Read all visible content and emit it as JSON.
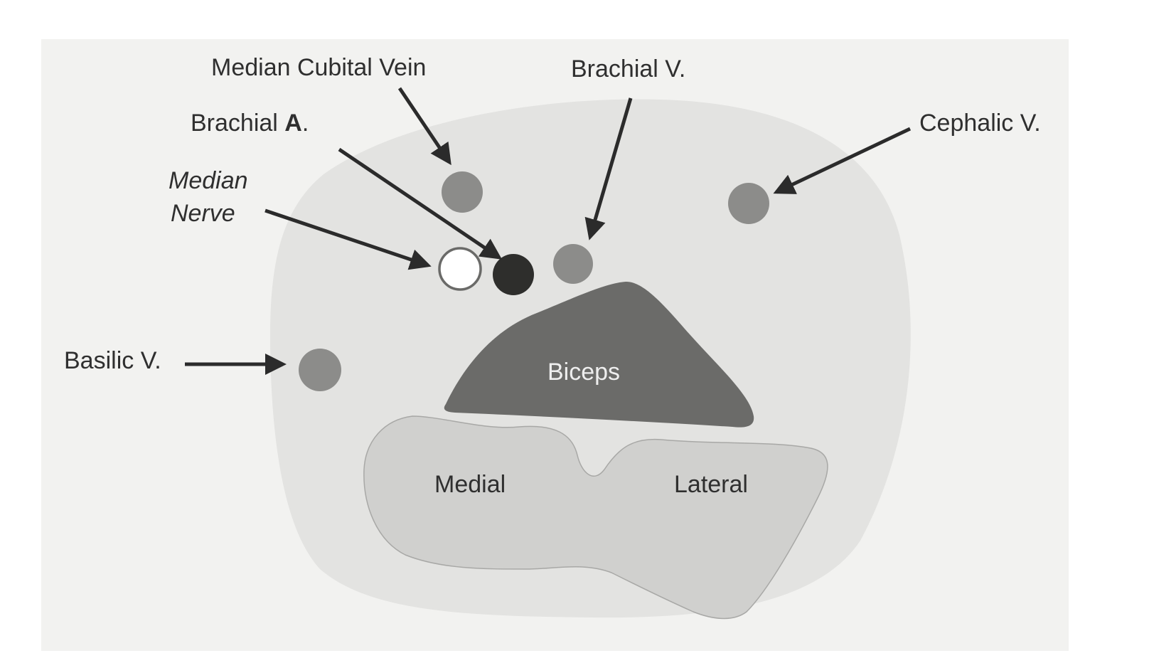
{
  "colors": {
    "page_background": "#ffffff",
    "photo_background": "#f2f2f0",
    "arm_cross_section": "#e3e3e1",
    "vein": "#8c8c8a",
    "artery": "#2e2e2c",
    "nerve_fill": "#ffffff",
    "nerve_outline": "#6a6a68",
    "biceps": "#6b6b69",
    "brachialis": "#d0d0ce",
    "arrow": "#2b2b2b",
    "text": "#2f2f2f",
    "biceps_text": "#eeeeee"
  },
  "labels": {
    "median_cubital_vein": "Median Cubital Vein",
    "brachial_v": "Brachial V.",
    "cephalic_v": "Cephalic V.",
    "brachial_a_prefix": "Brachial ",
    "brachial_a_bold": "A",
    "brachial_a_suffix": ".",
    "median_nerve_line1": "Median",
    "median_nerve_line2": "Nerve",
    "basilic_v": "Basilic V.",
    "biceps": "Biceps",
    "medial": "Medial",
    "lateral": "Lateral"
  },
  "icons": {
    "arrow": "arrow-right-icon"
  }
}
